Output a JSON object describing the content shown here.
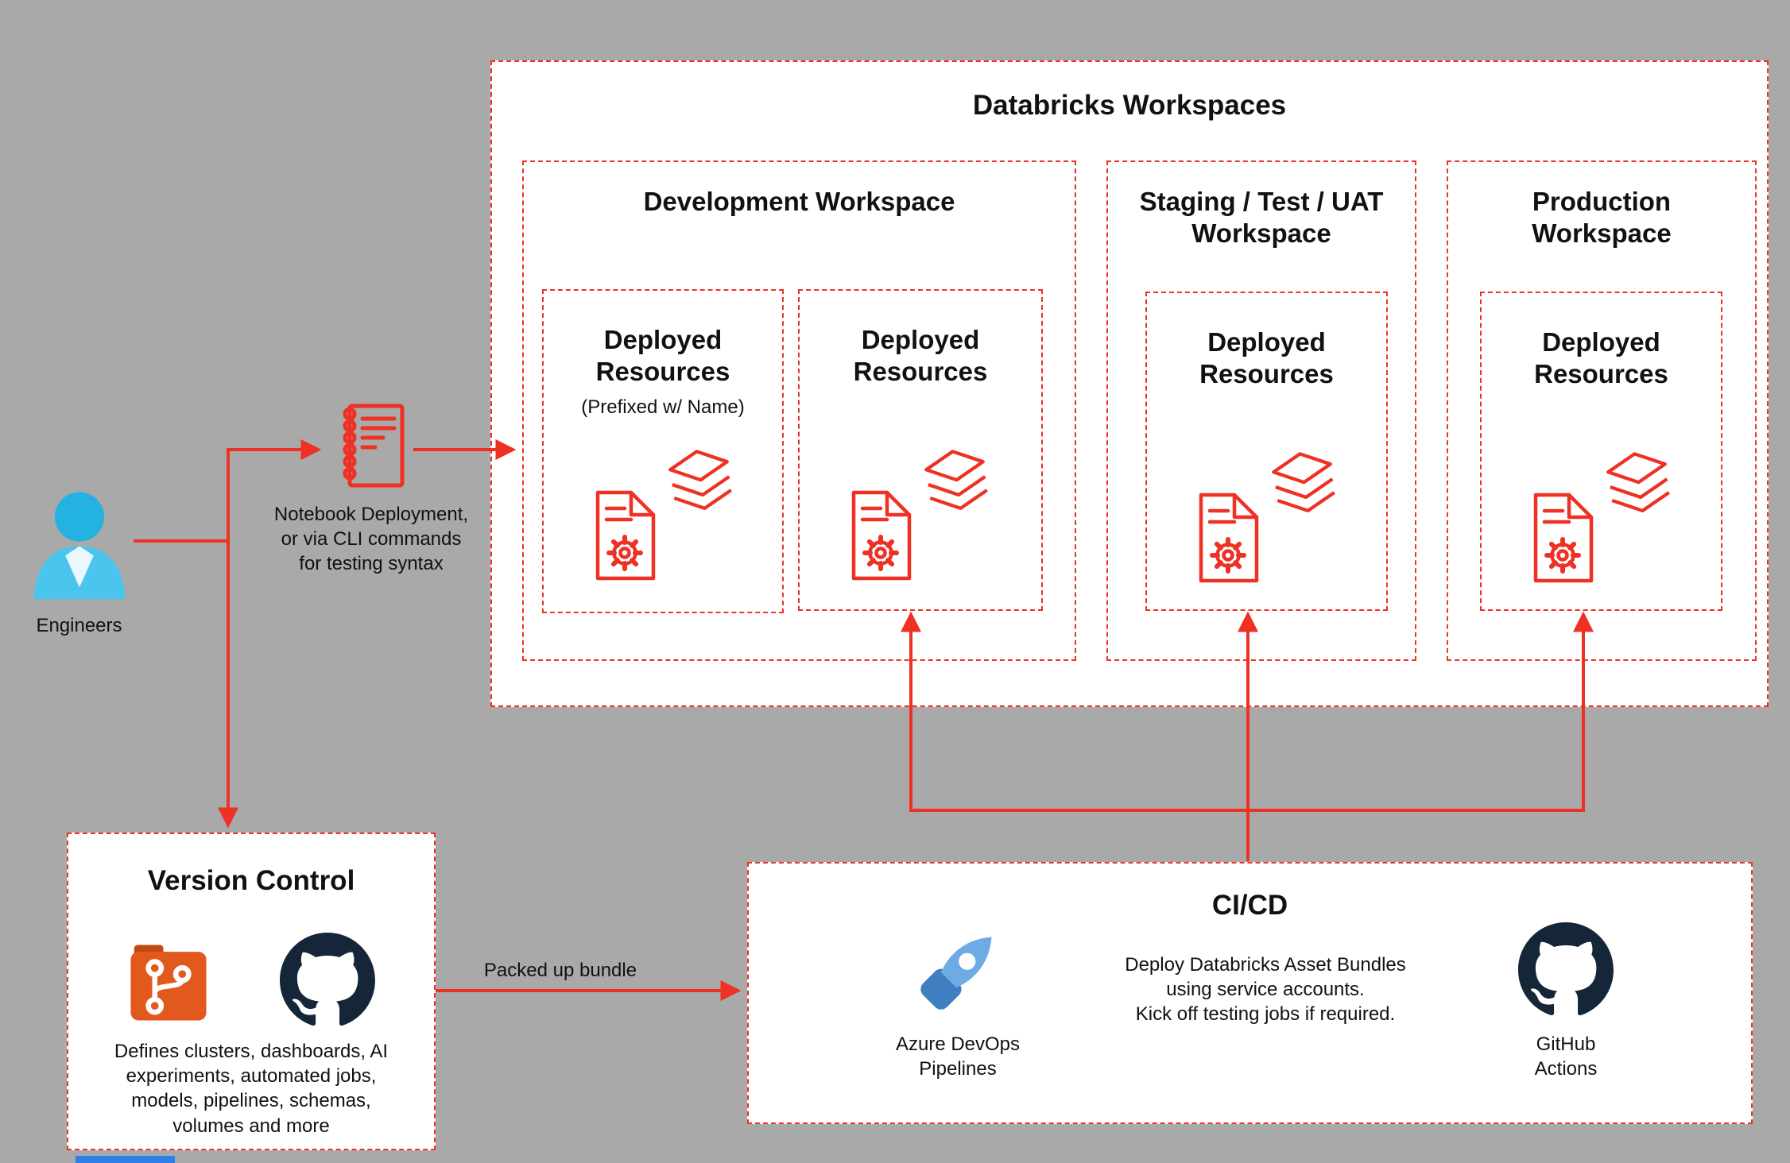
{
  "colors": {
    "canvas_bg": "#a9a9a9",
    "panel_bg": "#ffffff",
    "accent_red": "#ee3124",
    "text_dark": "#111111",
    "person_blue": "#23b2e2",
    "person_blue_light": "#4cc5ee",
    "git_orange": "#e2591d",
    "git_orange_dark": "#c04a14",
    "github_dark": "#152638",
    "azure_blue": "#3f7fc1",
    "azure_blue_light": "#6cabe4"
  },
  "engineers": {
    "label": "Engineers"
  },
  "notebook": {
    "caption": "Notebook Deployment,\nor via CLI commands\nfor testing syntax"
  },
  "workspaces_panel": {
    "title": "Databricks Workspaces",
    "development": {
      "title": "Development Workspace",
      "resource_boxes": [
        {
          "title": "Deployed\nResources",
          "subtitle": "(Prefixed w/ Name)"
        },
        {
          "title": "Deployed\nResources"
        }
      ]
    },
    "staging": {
      "title": "Staging / Test / UAT\nWorkspace",
      "resource_boxes": [
        {
          "title": "Deployed\nResources"
        }
      ]
    },
    "production": {
      "title": "Production\nWorkspace",
      "resource_boxes": [
        {
          "title": "Deployed\nResources"
        }
      ]
    }
  },
  "version_control": {
    "title": "Version Control",
    "description": "Defines clusters, dashboards, AI\nexperiments, automated jobs,\nmodels, pipelines, schemas,\nvolumes and more"
  },
  "bundle_label": "Packed up bundle",
  "cicd": {
    "title": "CI/CD",
    "azure_devops_label": "Azure DevOps\nPipelines",
    "description": "Deploy Databricks Asset Bundles\nusing service accounts.\nKick off testing jobs if required.",
    "github_actions_label": "GitHub\nActions"
  }
}
